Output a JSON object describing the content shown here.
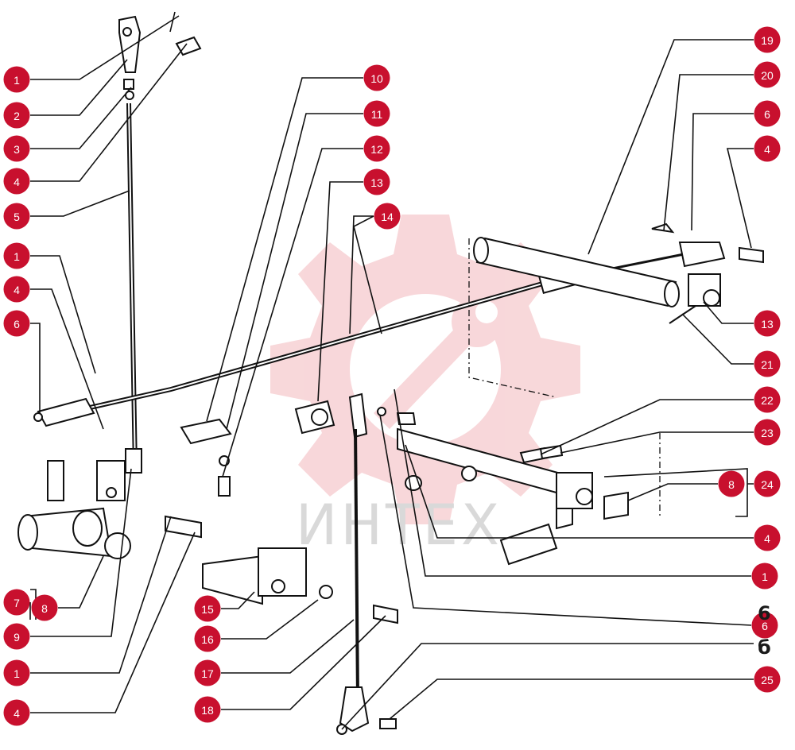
{
  "watermark": {
    "text": "ИНТЕХ",
    "color": "#f3b8bc"
  },
  "callout_color": "#c8102e",
  "callouts": [
    {
      "label": "1"
    },
    {
      "label": "2"
    },
    {
      "label": "3"
    },
    {
      "label": "4"
    },
    {
      "label": "5"
    },
    {
      "label": "1"
    },
    {
      "label": "4"
    },
    {
      "label": "6"
    },
    {
      "label": "10"
    },
    {
      "label": "11"
    },
    {
      "label": "12"
    },
    {
      "label": "13"
    },
    {
      "label": "14"
    },
    {
      "label": "19"
    },
    {
      "label": "20"
    },
    {
      "label": "6"
    },
    {
      "label": "4"
    },
    {
      "label": "13"
    },
    {
      "label": "21"
    },
    {
      "label": "22"
    },
    {
      "label": "23"
    },
    {
      "label": "8"
    },
    {
      "label": "24"
    },
    {
      "label": "4"
    },
    {
      "label": "1"
    },
    {
      "label": "6"
    },
    {
      "label": "25"
    },
    {
      "label": "7"
    },
    {
      "label": "8"
    },
    {
      "label": "9"
    },
    {
      "label": "1"
    },
    {
      "label": "4"
    },
    {
      "label": "15"
    },
    {
      "label": "16"
    },
    {
      "label": "17"
    },
    {
      "label": "18"
    }
  ],
  "stray_labels": [
    {
      "text": "6"
    },
    {
      "text": "б"
    }
  ]
}
